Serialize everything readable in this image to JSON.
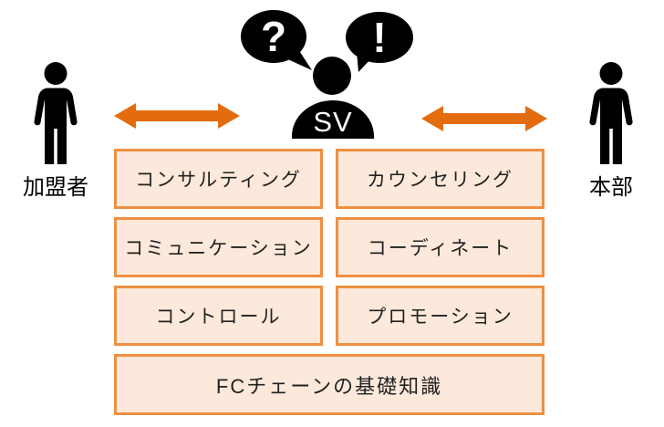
{
  "figure": {
    "supervisor": {
      "label": "SV",
      "question_bubble": "?",
      "exclamation_bubble": "!"
    },
    "left_actor": {
      "label": "加盟者"
    },
    "right_actor": {
      "label": "本部"
    },
    "skills": [
      "コンサルティング",
      "カウンセリング",
      "コミュニケーション",
      "コーディネート",
      "コントロール",
      "プロモーション"
    ],
    "foundation": "FCチェーンの基礎知識",
    "colors": {
      "arrow": "#E36C0F",
      "box_border": "#ED9044",
      "box_fill": "#FCE9DB",
      "figure_black": "#000000",
      "text": "#222222"
    }
  }
}
